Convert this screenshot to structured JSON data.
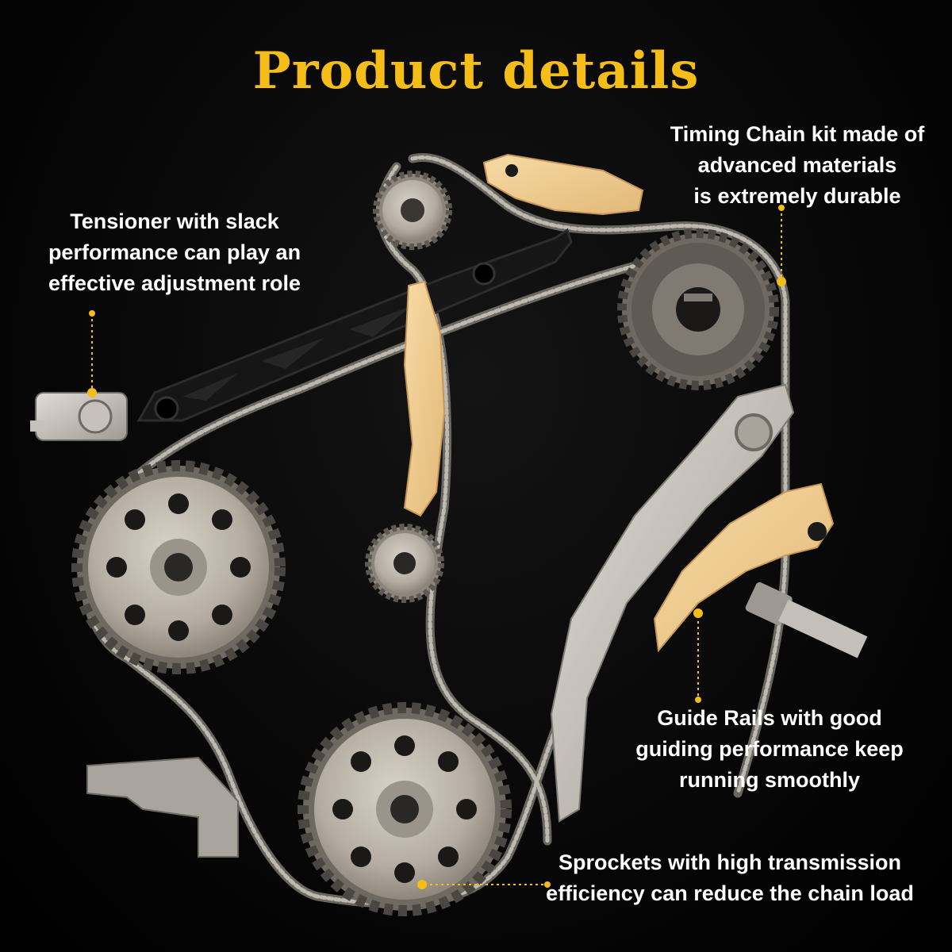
{
  "title": "Product details",
  "callouts": {
    "tensioner": {
      "line1": "Tensioner with slack",
      "line2": "performance can play an",
      "line3": "effective adjustment role"
    },
    "timing_chain": {
      "line1": "Timing Chain kit made of",
      "line2": "advanced materials",
      "line3": "is extremely durable"
    },
    "guide_rails": {
      "line1": "Guide Rails with good",
      "line2": "guiding performance keep",
      "line3": "running smoothly"
    },
    "sprockets": {
      "line1": "Sprockets with high transmission",
      "line2": "efficiency can reduce the chain load"
    }
  },
  "colors": {
    "accent": "#f5bd18",
    "background": "#000000",
    "text": "#ffffff",
    "guide_rail": "#f2cf94",
    "metal": "#b9b5ae",
    "chain": "#a6a29c"
  }
}
